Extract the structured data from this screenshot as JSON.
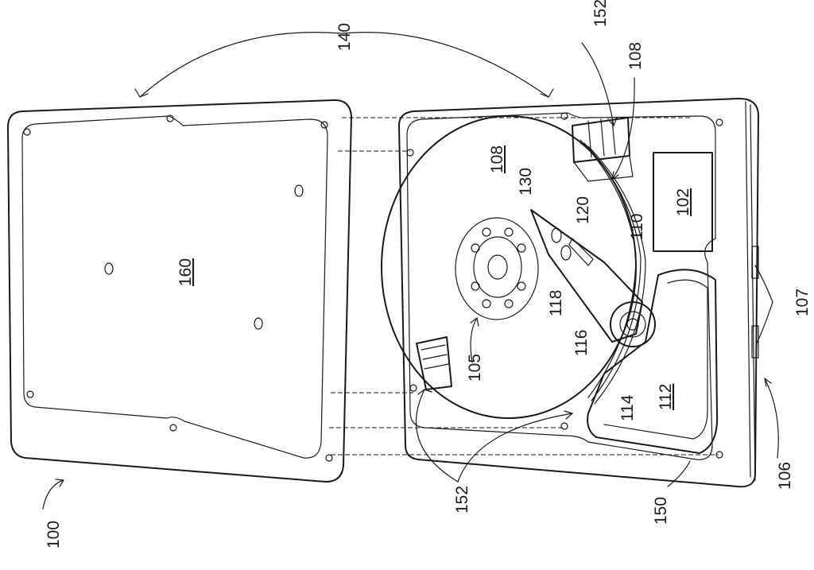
{
  "labels": {
    "l100": "100",
    "l140": "140",
    "l152_top": "152",
    "l108_top": "108",
    "l108_disk": "108",
    "l130": "130",
    "l120": "120",
    "l110": "110",
    "l102": "102",
    "l160": "160",
    "l118": "118",
    "l116": "116",
    "l105": "105",
    "l114": "114",
    "l112": "112",
    "l107": "107",
    "l152_bottom": "152",
    "l150": "150",
    "l106": "106"
  },
  "colors": {
    "ink": "#1a1a1a",
    "background": "#ffffff"
  }
}
